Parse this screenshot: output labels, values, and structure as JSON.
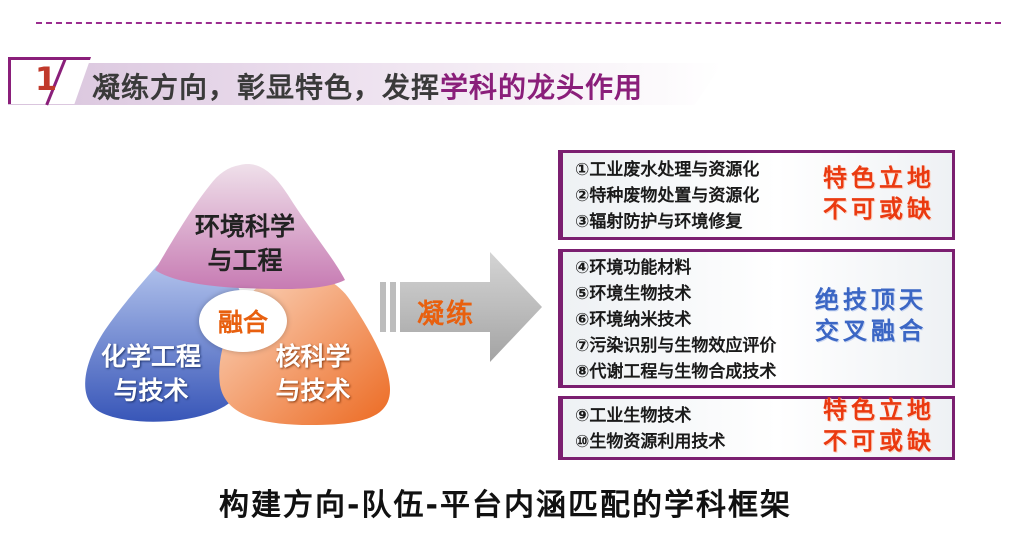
{
  "section": {
    "number": "1",
    "heading_main": "凝练方向，彰显特色，发挥",
    "heading_highlight": "学科的龙头作用"
  },
  "venn": {
    "top_line1": "环境科学",
    "top_line2": "与工程",
    "left_line1": "化学工程",
    "left_line2": "与技术",
    "right_line1": "核科学",
    "right_line2": "与技术",
    "center": "融合"
  },
  "arrow_label": "凝练",
  "groups": [
    {
      "items": [
        "①工业废水处理与资源化",
        "②特种废物处置与资源化",
        "③辐射防护与环境修复"
      ],
      "tag_line1": "特色立地",
      "tag_line2": "不可或缺"
    },
    {
      "items": [
        "④环境功能材料",
        "⑤环境生物技术",
        "⑥环境纳米技术",
        "⑦污染识别与生物效应评价",
        "⑧代谢工程与生物合成技术"
      ],
      "tag_line1": "绝技顶天",
      "tag_line2": "交叉融合"
    },
    {
      "items": [
        "⑨工业生物技术",
        "⑩生物资源利用技术"
      ],
      "tag_line1": "特色立地",
      "tag_line2": "不可或缺"
    }
  ],
  "caption": "构建方向-队伍-平台内涵匹配的学科框架",
  "colors": {
    "accent_purple": "#8a1f7a",
    "tag_red": "#ea3a10",
    "tag_blue": "#3b66c4",
    "fusion_orange": "#e8600f",
    "venn_pink": "#c77bb3",
    "venn_blue": "#4466c0",
    "venn_orange": "#ef7a36"
  }
}
